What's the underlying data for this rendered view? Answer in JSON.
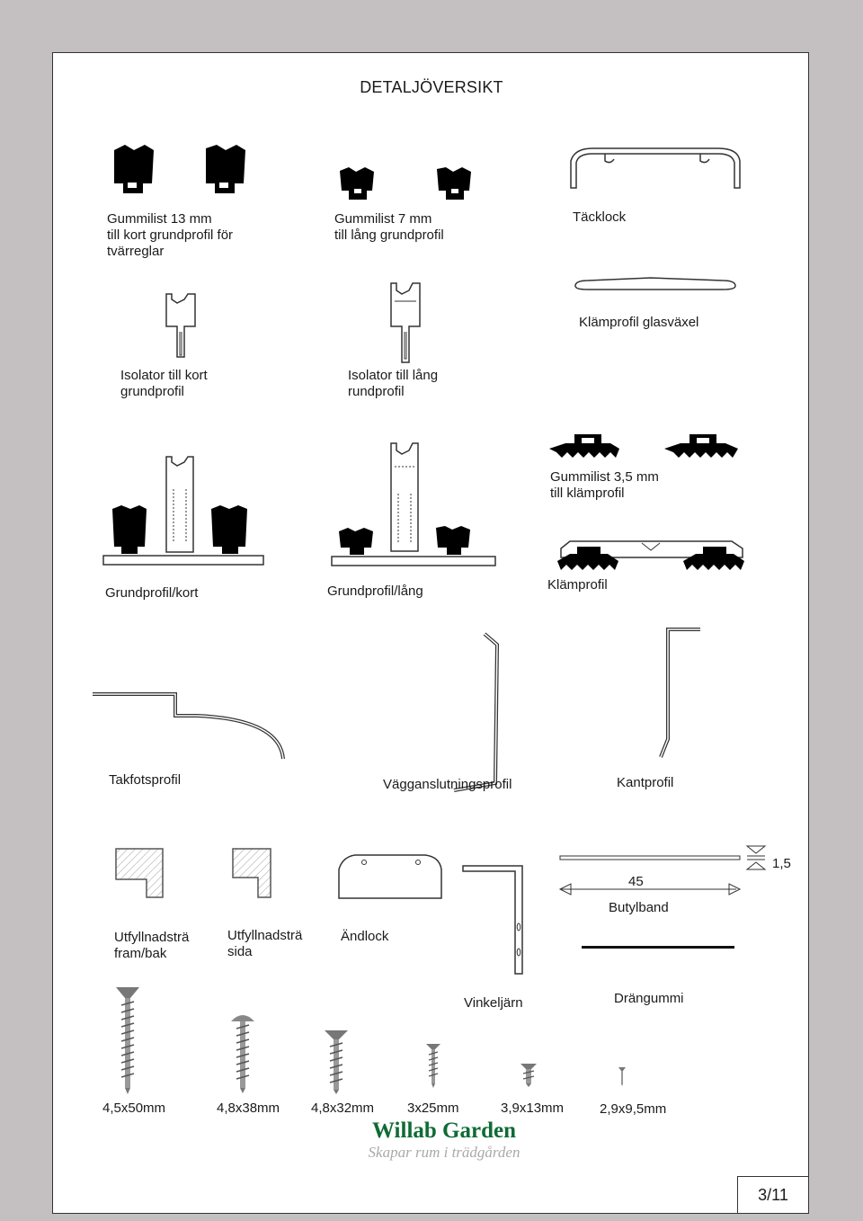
{
  "title": "DETALJÖVERSIKT",
  "labels": {
    "gummilist13": "Gummilist 13 mm\ntill kort grundprofil för\ntvärreglar",
    "gummilist7": "Gummilist 7 mm\ntill lång grundprofil",
    "tacklock": "Täcklock",
    "klamprofil_glasvaxel": "Klämprofil glasväxel",
    "isolator_kort": "Isolator till kort\ngrundprofil",
    "isolator_lang": "Isolator till lång\nrundprofil",
    "gummilist35": "Gummilist 3,5 mm\ntill klämprofil",
    "grundprofil_kort": "Grundprofil/kort",
    "grundprofil_lang": "Grundprofil/lång",
    "klamprofil": "Klämprofil",
    "takfotsprofil": "Takfotsprofil",
    "vagganslutningsprofil": "Vägganslutningsprofil",
    "kantprofil": "Kantprofil",
    "utfyllnad_fram": "Utfyllnadsträ\nfram/bak",
    "utfyllnad_sida": "Utfyllnadsträ\nsida",
    "andlock": "Ändlock",
    "butyl_width": "45",
    "butyl_thickness": "1,5",
    "butylband": "Butylband",
    "vinkeljarn": "Vinkeljärn",
    "drangummi": "Drängummi"
  },
  "screws": [
    "4,5x50mm",
    "4,8x38mm",
    "4,8x32mm",
    "3x25mm",
    "3,9x13mm",
    "2,9x9,5mm"
  ],
  "logo": {
    "name": "Willab Garden",
    "tagline": "Skapar rum i trädgården"
  },
  "page_number": "3/11",
  "colors": {
    "background": "#c4c0c1",
    "brand_green": "#0f6b35"
  }
}
